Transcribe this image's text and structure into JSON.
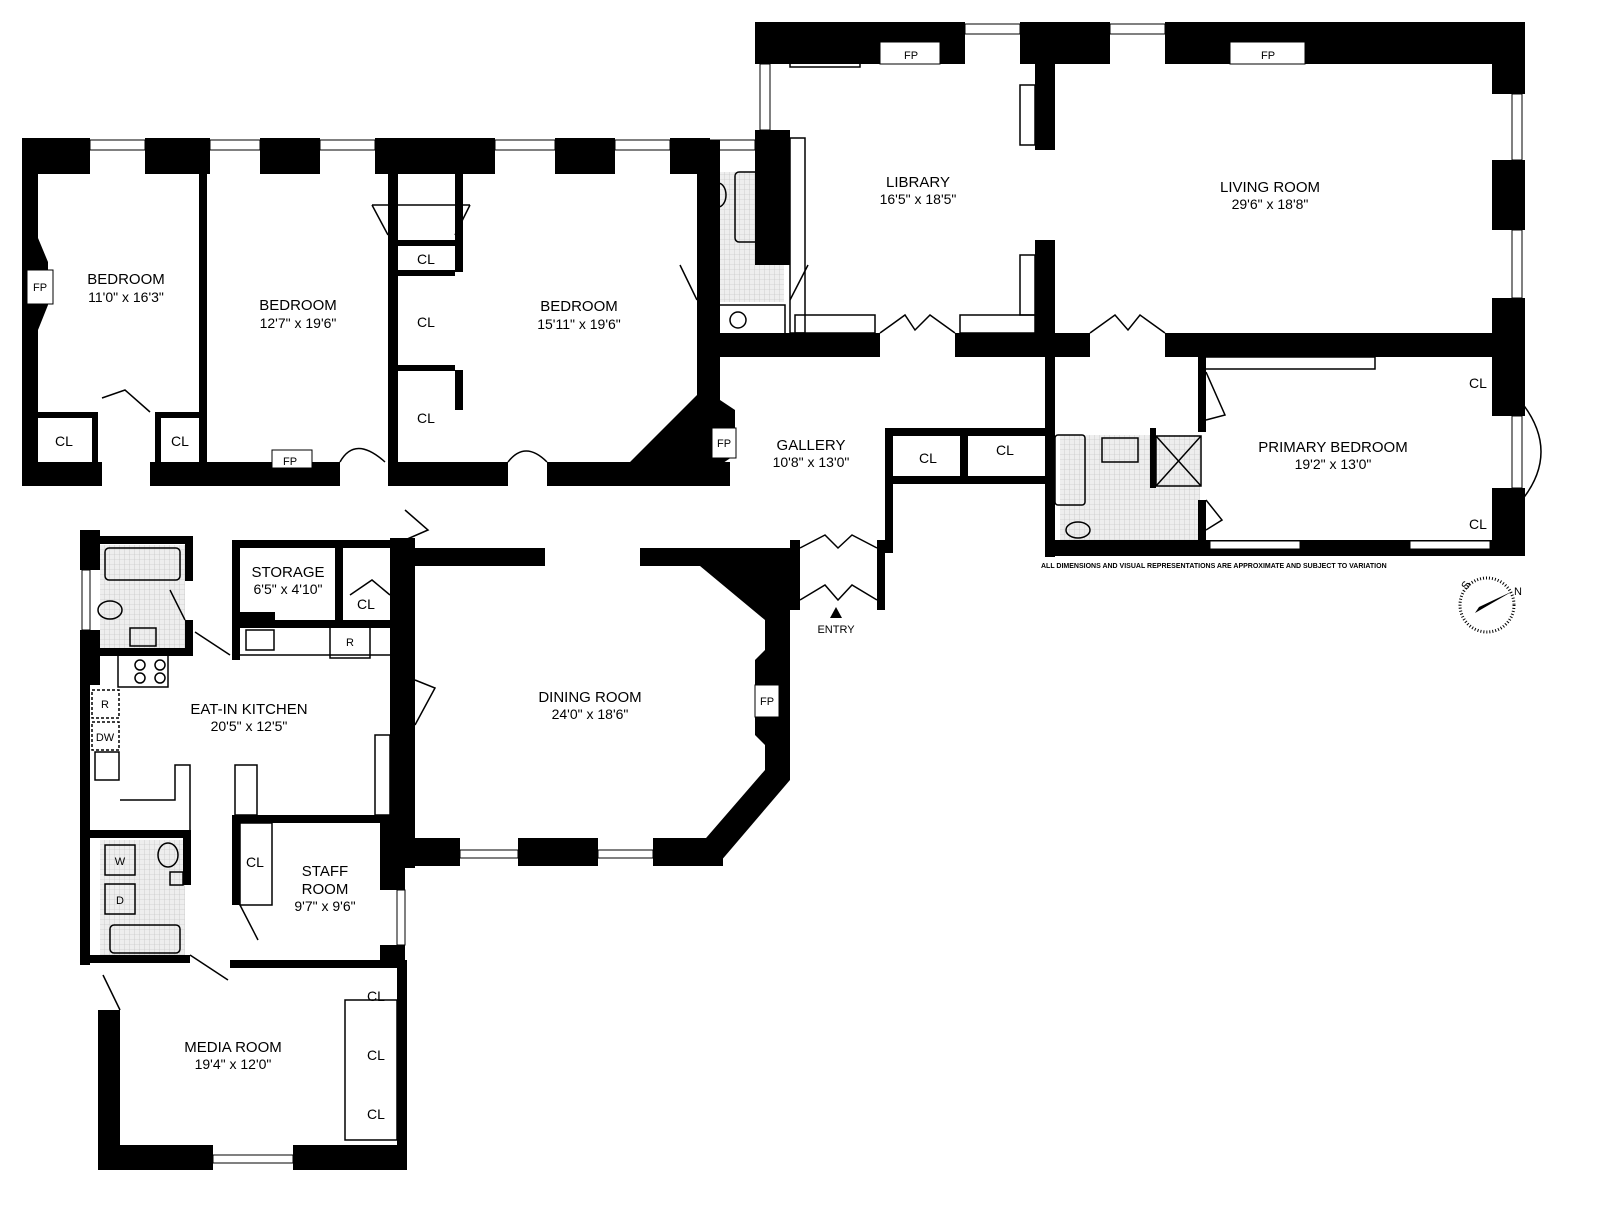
{
  "rooms": {
    "bedroom1": {
      "name": "BEDROOM",
      "dims": "11'0\" x 16'3\""
    },
    "bedroom2": {
      "name": "BEDROOM",
      "dims": "12'7\" x 19'6\""
    },
    "bedroom3": {
      "name": "BEDROOM",
      "dims": "15'11\" x 19'6\""
    },
    "library": {
      "name": "LIBRARY",
      "dims": "16'5\" x 18'5\""
    },
    "living_room": {
      "name": "LIVING ROOM",
      "dims": "29'6\" x 18'8\""
    },
    "gallery": {
      "name": "GALLERY",
      "dims": "10'8\" x 13'0\""
    },
    "primary_bedroom": {
      "name": "PRIMARY BEDROOM",
      "dims": "19'2\" x 13'0\""
    },
    "storage": {
      "name": "STORAGE",
      "dims": "6'5\" x 4'10\""
    },
    "kitchen": {
      "name": "EAT-IN KITCHEN",
      "dims": "20'5\" x 12'5\""
    },
    "dining_room": {
      "name": "DINING ROOM",
      "dims": "24'0\" x 18'6\""
    },
    "staff_room": {
      "name_line1": "STAFF",
      "name_line2": "ROOM",
      "dims": "9'7\" x 9'6\""
    },
    "media_room": {
      "name": "MEDIA ROOM",
      "dims": "19'4\" x 12'0\""
    }
  },
  "labels": {
    "closet": "CL",
    "fireplace": "FP",
    "refrigerator": "R",
    "dishwasher": "DW",
    "washer": "W",
    "dryer": "D",
    "entry": "ENTRY"
  },
  "disclaimer": "ALL DIMENSIONS AND VISUAL REPRESENTATIONS ARE APPROXIMATE AND SUBJECT TO VARIATION",
  "compass": {
    "north": "N",
    "south": "S",
    "icon": "compass-icon"
  }
}
